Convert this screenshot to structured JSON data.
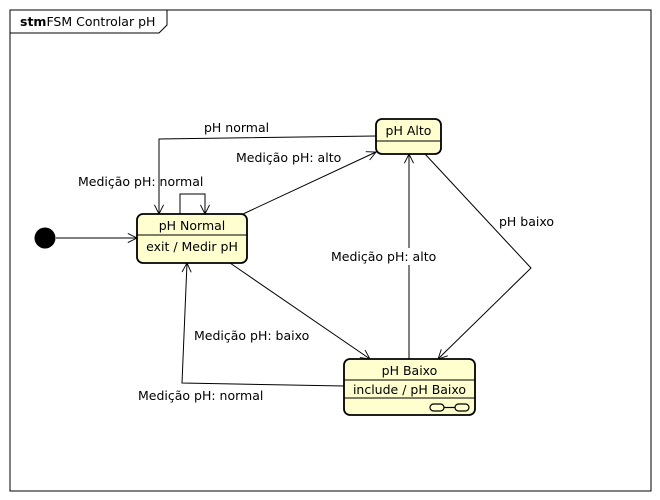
{
  "frame": {
    "keyword": "stm",
    "title": "FSM Controlar pH"
  },
  "states": {
    "normal": {
      "name": "pH Normal",
      "activity": "exit / Medir pH"
    },
    "alto": {
      "name": "pH Alto"
    },
    "baixo": {
      "name": "pH Baixo",
      "activity": "include / pH Baixo",
      "icon": "composite-state-icon"
    }
  },
  "transitions": {
    "normal_to_normal": "Medição pH: normal",
    "alto_to_normal": "pH normal",
    "normal_to_alto": "Medição pH: alto",
    "alto_to_baixo": "pH baixo",
    "baixo_to_alto": "Medição pH: alto",
    "normal_to_baixo": "Medição pH: baixo",
    "baixo_to_normal": "Medição pH: normal"
  },
  "colors": {
    "state_fill": "#FEFECE",
    "stroke": "#000000",
    "background": "#FFFFFF"
  }
}
